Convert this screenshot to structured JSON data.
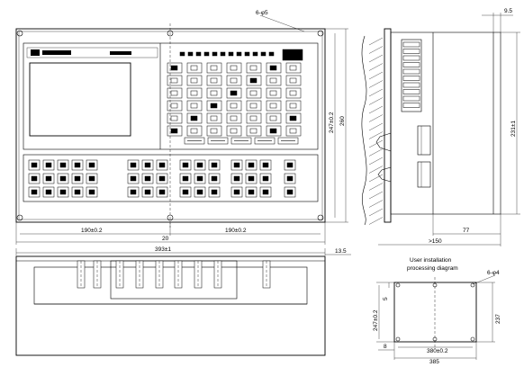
{
  "front_view": {
    "hole_note": "6-φ5",
    "dim_width_total": "20",
    "dim_left_section": "190±0.2",
    "dim_right_section": "190±0.2",
    "dim_height_holes": "247±0.2",
    "dim_height_total": "260",
    "dim_depth_total": "393±1"
  },
  "side_view": {
    "dim_top_offset": "9.5",
    "dim_height_inner": "231±1",
    "dim_depth": "77",
    "dim_depth_total": ">150"
  },
  "bottom_view": {
    "dim_offset": "13.5"
  },
  "cutout_view": {
    "title_line1": "User installation",
    "title_line2": "processing diagram",
    "hole_note": "6-φ4",
    "dim_height_holes": "247±0.2",
    "dim_height_cut": "237",
    "dim_width_holes": "380±0.2",
    "dim_width_total": "385",
    "dim_left_small": "8",
    "dim_top_small": "5"
  }
}
